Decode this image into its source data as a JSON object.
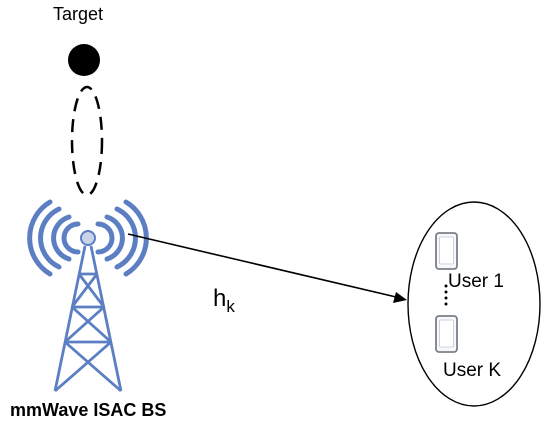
{
  "target": {
    "label": "Target"
  },
  "base_station": {
    "label": "mmWave ISAC BS"
  },
  "channel": {
    "symbol": "h",
    "subscript": "k"
  },
  "users": {
    "first_label": "User 1",
    "last_label": "User K",
    "ellipsis": "⋮"
  },
  "colors": {
    "antenna_blue": "#5b7fc2",
    "line": "#000000"
  }
}
